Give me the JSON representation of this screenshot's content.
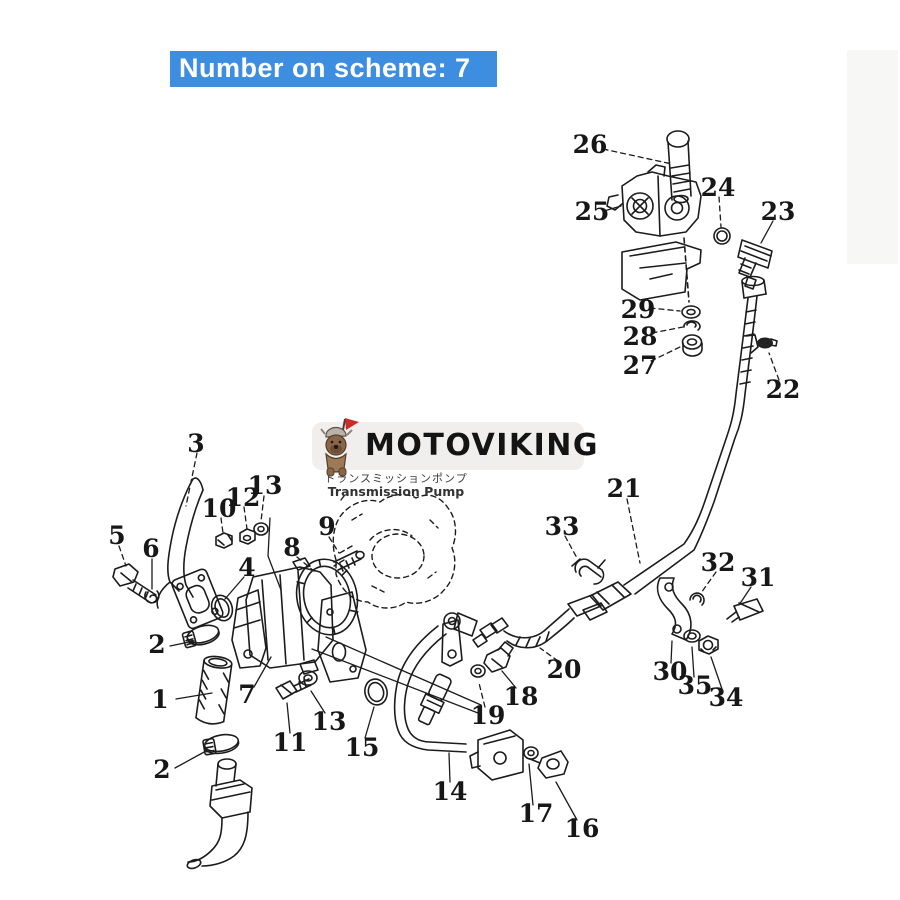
{
  "banner": {
    "label": "Number on scheme: 7",
    "bg": "#3d8ee0",
    "fg": "#ffffff"
  },
  "watermark": {
    "brand": "MOTOVIKING",
    "badge_bg": "#f0efee",
    "flag_color": "#cc2b2b"
  },
  "diagram": {
    "caption_jp": "トランスミッションポンプ",
    "caption_en": "Transmission Pump",
    "line_color": "#1c1c1c",
    "callouts": [
      {
        "label": "1"
      },
      {
        "label": "2"
      },
      {
        "label": "2"
      },
      {
        "label": "3"
      },
      {
        "label": "4"
      },
      {
        "label": "5"
      },
      {
        "label": "6"
      },
      {
        "label": "7"
      },
      {
        "label": "8"
      },
      {
        "label": "9"
      },
      {
        "label": "10"
      },
      {
        "label": "11"
      },
      {
        "label": "12"
      },
      {
        "label": "13"
      },
      {
        "label": "13"
      },
      {
        "label": "14"
      },
      {
        "label": "15"
      },
      {
        "label": "16"
      },
      {
        "label": "17"
      },
      {
        "label": "18"
      },
      {
        "label": "19"
      },
      {
        "label": "20"
      },
      {
        "label": "21"
      },
      {
        "label": "22"
      },
      {
        "label": "23"
      },
      {
        "label": "24"
      },
      {
        "label": "25"
      },
      {
        "label": "26"
      },
      {
        "label": "27"
      },
      {
        "label": "28"
      },
      {
        "label": "29"
      },
      {
        "label": "30"
      },
      {
        "label": "31"
      },
      {
        "label": "32"
      },
      {
        "label": "33"
      },
      {
        "label": "34"
      },
      {
        "label": "35"
      }
    ]
  }
}
